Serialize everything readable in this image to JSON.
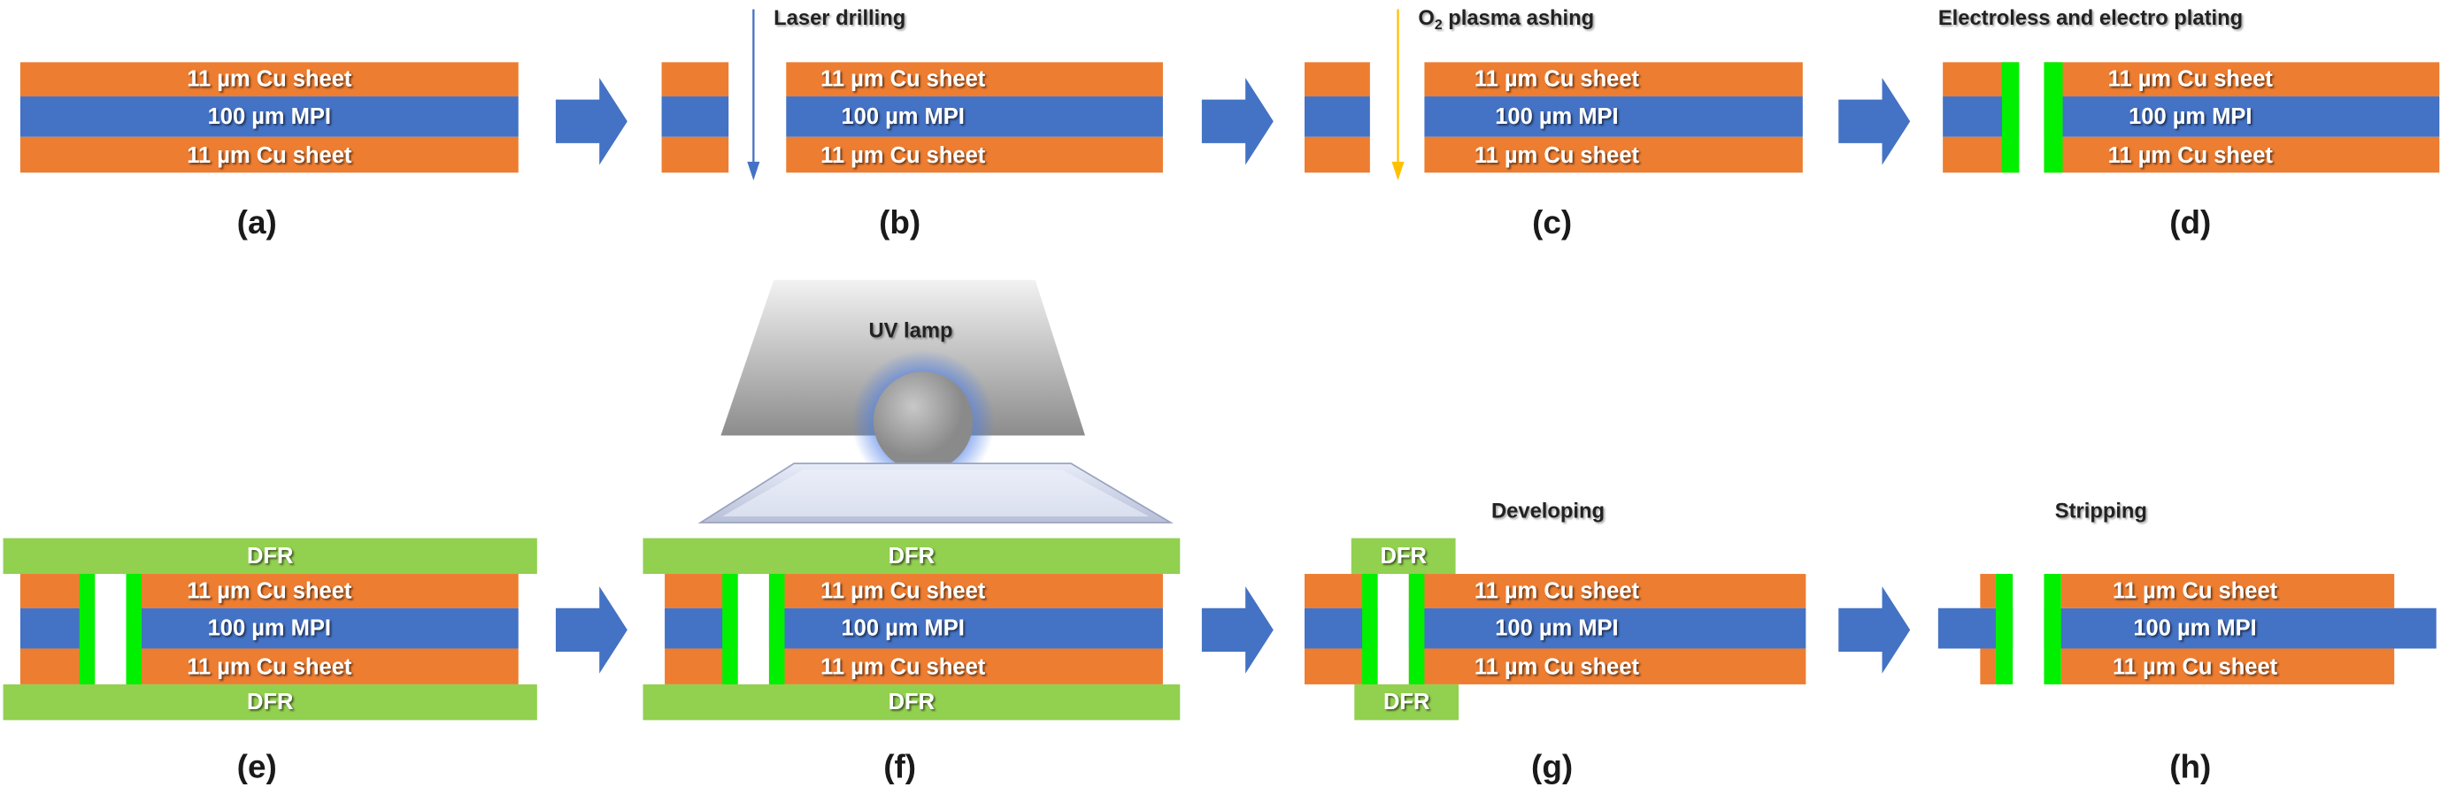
{
  "colors": {
    "copper": "#ED7D31",
    "mpi": "#4472C4",
    "dfr": "#92D050",
    "plating": "#00F000",
    "arrow": "#4472C4",
    "laser": "#4472C4",
    "plasma": "#FFC000"
  },
  "layers": {
    "cu": "11 µm Cu sheet",
    "mpi": "100 µm MPI",
    "dfr": "DFR"
  },
  "steps": {
    "laser": "Laser drilling",
    "plasma_o": "O",
    "plasma_sub": "2",
    "plasma_rest": " plasma ashing",
    "plating": "Electroless and electro plating",
    "uv": "UV lamp",
    "developing": "Developing",
    "stripping": "Stripping"
  },
  "captions": [
    "(a)",
    "(b)",
    "(c)",
    "(d)",
    "(e)",
    "(f)",
    "(g)",
    "(h)"
  ]
}
